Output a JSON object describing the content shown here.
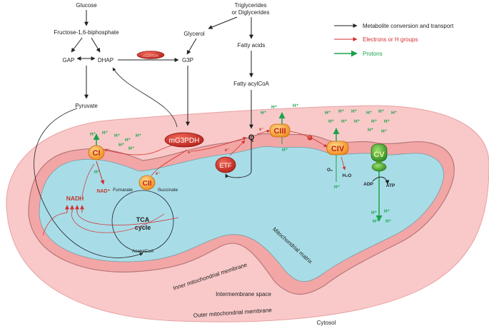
{
  "metabolites": {
    "glucose": "Glucose",
    "f16bp": "Fructose-1,6-biphosphate",
    "gap": "GAP",
    "dhap": "DHAP",
    "pyruvate": "Pyruvate",
    "trig_line1": "Triglycerides",
    "trig_line2": "or Diglycerides",
    "glycerol": "Glycerol",
    "g3p": "G3P",
    "fatty_acids": "Fatty acids",
    "fatty_acylcoa": "Fatty acylCoA",
    "acetylcoa": "AcetylCoA",
    "fumarate": "Fumarate",
    "succinate": "Succinate",
    "nadh": "NADH",
    "nad_plus": "NAD⁺",
    "tca_line1": "TCA",
    "tca_line2": "cycle",
    "adp": "ADP",
    "atp": "ATP",
    "o2": "O₂",
    "h2o": "H₂O",
    "cg3pdh": "cG3PDH"
  },
  "complexes": {
    "ci": "CI",
    "cii": "CII",
    "ciii": "CIII",
    "civ": "CIV",
    "cv": "CV",
    "mg3pdh": "mG3PDH",
    "etf": "ETF",
    "q": "Q"
  },
  "symbols": {
    "h_plus": "H⁺",
    "e_minus": "e⁻"
  },
  "regions": {
    "mito_matrix": "Mitochondrial matrix",
    "inner_membrane": "Inner mitochondrial membrane",
    "intermembrane_space": "Intermembrane space",
    "outer_membrane": "Outer mitochondrial membrane",
    "cytosol": "Cytosol"
  },
  "legend": [
    {
      "label": "Metabolite conversion and transport",
      "color": "#222222"
    },
    {
      "label": "Electrons or H groups",
      "color": "#d32f2f"
    },
    {
      "label": "Protons",
      "color": "#1aa34a"
    }
  ],
  "colors": {
    "outer_fill": "#f9c9c9",
    "inner_membrane": "#f3a6a6",
    "matrix": "#a8dde8",
    "complex_orange": "#f3a43a",
    "complex_red": "#d8352a",
    "cv_green": "#52b43a",
    "proton_green": "#1aa34a",
    "electron_red": "#d32f2f"
  }
}
